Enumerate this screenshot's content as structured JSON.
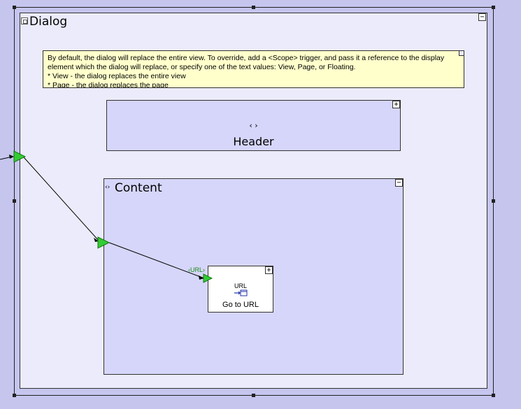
{
  "dialog": {
    "title": "Dialog",
    "collapse_glyph": "−"
  },
  "note": {
    "lines": [
      "By default, the dialog will replace the entire view. To override, add a <Scope> trigger, and pass it a reference to the display",
      "element which the dialog will replace, or specify one of the text values: View, Page, or Floating.",
      "* View - the dialog replaces the entire view",
      "* Page - the dialog replaces the page"
    ]
  },
  "header": {
    "label": "Header",
    "code_glyph": "‹ ›",
    "expand_glyph": "+"
  },
  "content": {
    "title": "Content",
    "code_glyph": "‹›",
    "collapse_glyph": "−"
  },
  "url_node": {
    "tag": "‹URL›",
    "type_label": "URL",
    "name": "Go to URL",
    "expand_glyph": "+"
  },
  "colors": {
    "canvas": "#c5c5ee",
    "dialog_bg": "#ebebfb",
    "block_bg": "#d6d6fb",
    "note_bg": "#ffffcc",
    "port_green": "#33cc33",
    "url_tag_green": "#1a8c1a"
  }
}
